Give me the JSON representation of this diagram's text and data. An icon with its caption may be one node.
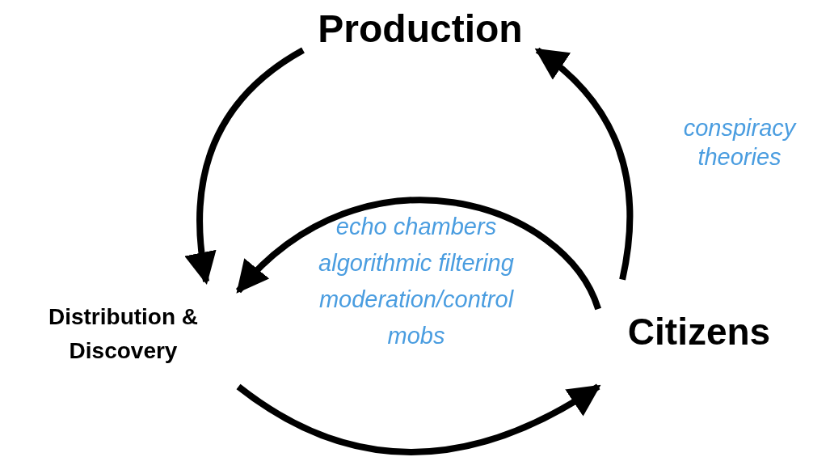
{
  "diagram": {
    "nodes": [
      {
        "text": [
          "Production"
        ]
      },
      {
        "text": [
          "Distribution & Discovery"
        ]
      },
      {
        "text": [
          "Citizens"
        ]
      }
    ],
    "edges": [
      {
        "from": 0,
        "to": 1,
        "arrow": "to"
      },
      {
        "from": 2,
        "to": 1,
        "arrow": "to"
      },
      {
        "from": 1,
        "to": 2,
        "arrow": "to"
      },
      {
        "from": 2,
        "to": 0,
        "arrow": "to"
      }
    ],
    "labels": [
      "conspiracy theories",
      "echo chambers",
      "algorithmic filtering",
      "moderation/control",
      "mobs"
    ]
  }
}
